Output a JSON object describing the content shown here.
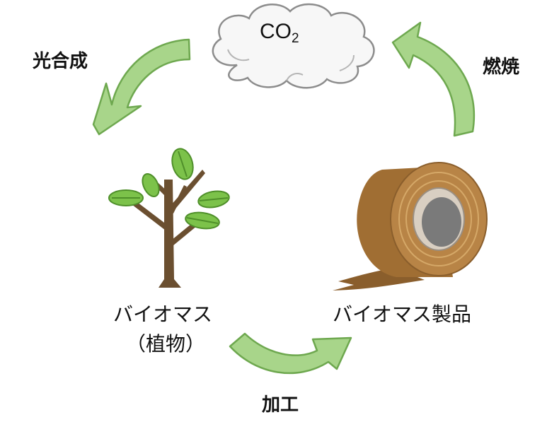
{
  "cloud_label": {
    "main": "CO",
    "subscript": "2"
  },
  "arrows": {
    "photosynthesis": "光合成",
    "combustion": "燃焼",
    "processing": "加工"
  },
  "plant": {
    "label_line1": "バイオマス",
    "label_line2": "（植物）"
  },
  "product": {
    "label": "バイオマス製品"
  },
  "colors": {
    "arrow_fill": "#a8d58a",
    "arrow_stroke": "#6ea84f",
    "cloud_fill": "#f7f7f7",
    "cloud_stroke": "#8c8c8c",
    "tape": "#b07a3c",
    "leaf": "#7cc24a",
    "trunk": "#6b4f30"
  }
}
